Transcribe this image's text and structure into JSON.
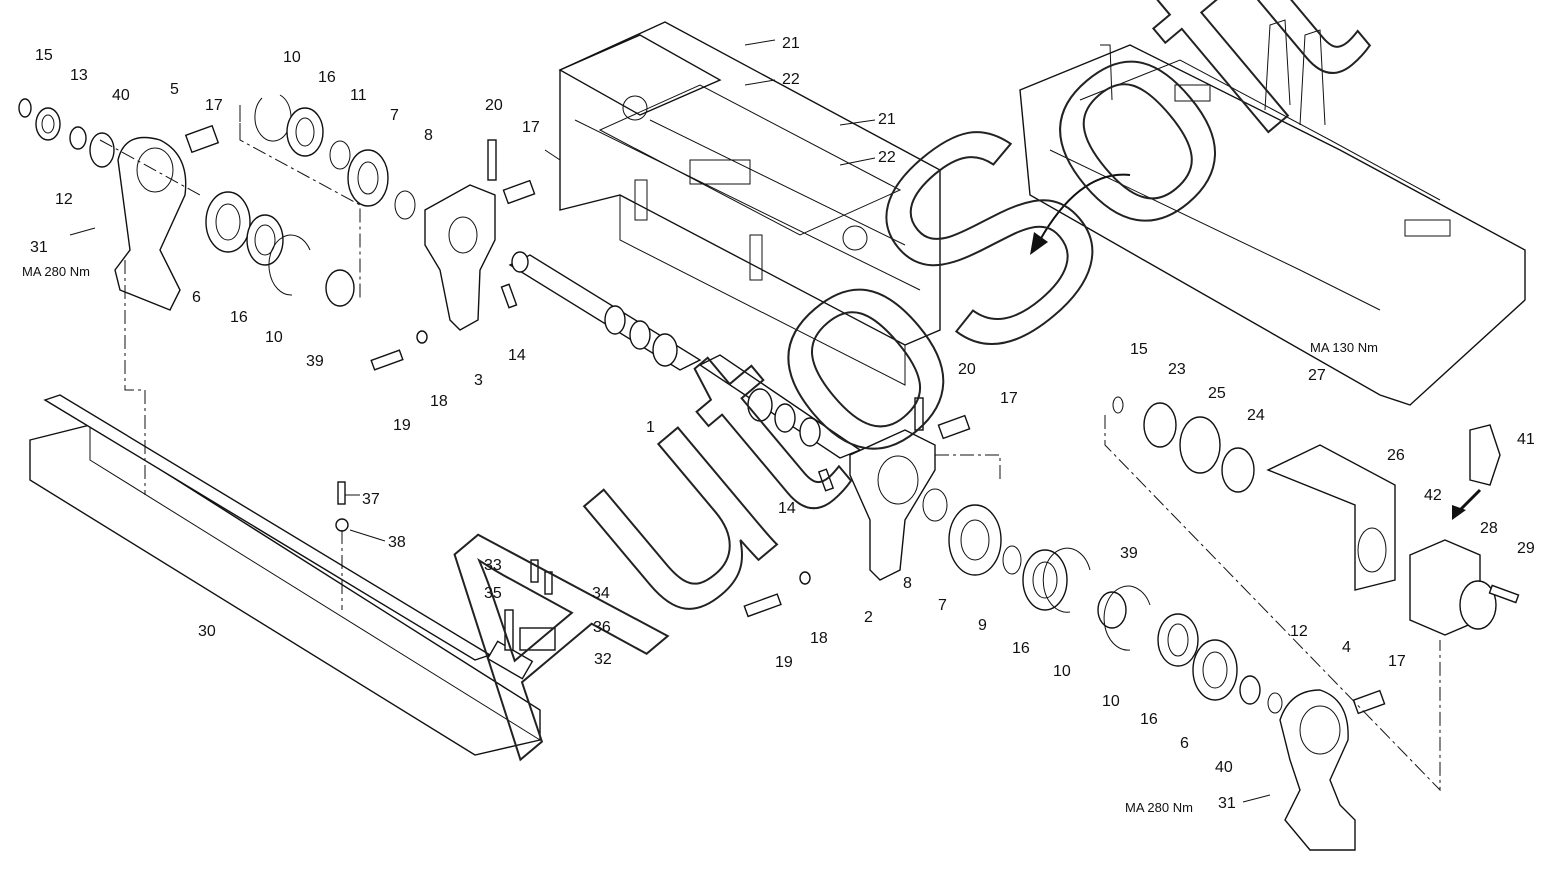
{
  "watermark": "AutoSoft",
  "torque_specs": [
    "MA 280 Nm",
    "MA 130 Nm",
    "MA 280 Nm"
  ],
  "callouts": [
    "15",
    "13",
    "40",
    "5",
    "17",
    "12",
    "31",
    "6",
    "16",
    "10",
    "39",
    "10",
    "16",
    "11",
    "7",
    "8",
    "20",
    "17",
    "3",
    "14",
    "18",
    "19",
    "21",
    "22",
    "21",
    "22",
    "1",
    "20",
    "17",
    "14",
    "2",
    "8",
    "7",
    "9",
    "16",
    "10",
    "39",
    "10",
    "16",
    "6",
    "40",
    "12",
    "4",
    "17",
    "18",
    "19",
    "15",
    "23",
    "25",
    "27",
    "24",
    "26",
    "42",
    "28",
    "29",
    "41",
    "37",
    "38",
    "33",
    "34",
    "35",
    "36",
    "32",
    "30",
    "31"
  ]
}
